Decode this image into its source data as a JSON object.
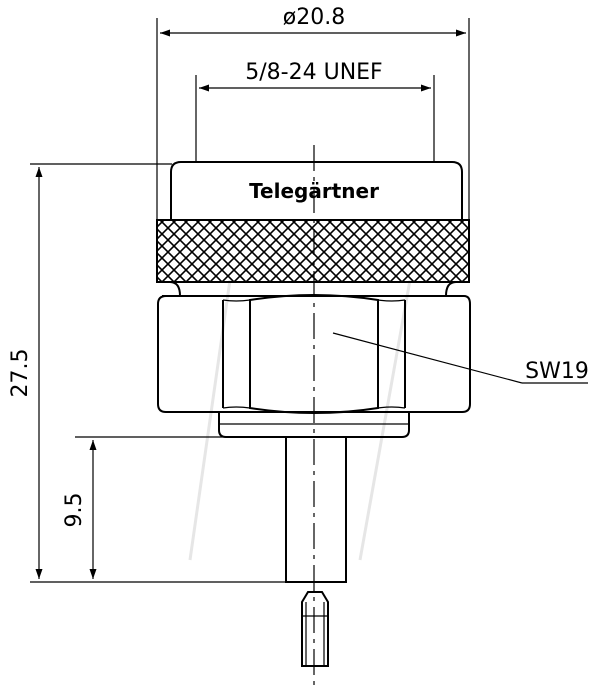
{
  "drawing": {
    "brand": "Telegärtner",
    "dimensions": {
      "outer_diameter": "ø20.8",
      "thread": "5/8-24 UNEF",
      "overall_length": "27.5",
      "ferrule_length": "9.5",
      "wrench_size": "SW19"
    }
  }
}
